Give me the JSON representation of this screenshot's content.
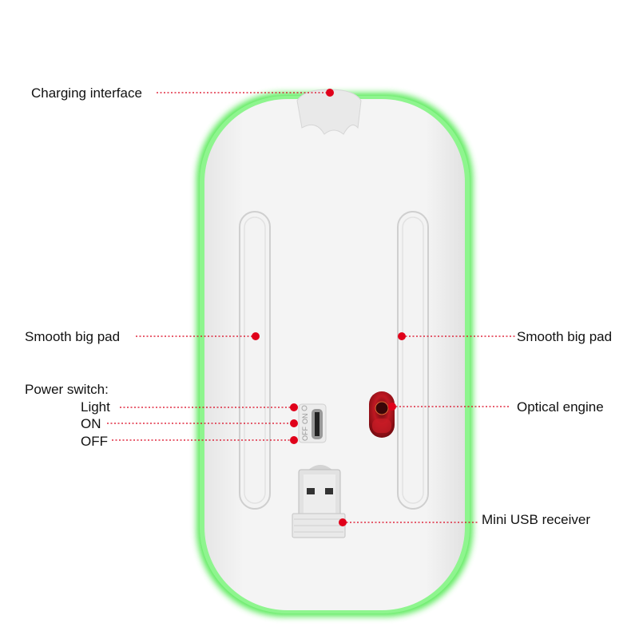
{
  "colors": {
    "accent_dot": "#e0001a",
    "glow": "#5be85b",
    "body": "#f1f1f1",
    "sensor": "#b0121b"
  },
  "labels": {
    "charging_interface": "Charging interface",
    "smooth_pad_left": "Smooth big pad",
    "smooth_pad_right": "Smooth big pad",
    "power_switch": "Power switch:",
    "light": "Light",
    "on": "ON",
    "off": "OFF",
    "optical_engine": "Optical engine",
    "mini_usb_receiver": "Mini USB receiver"
  },
  "switch_markings": {
    "off": "OFF",
    "on": "ON"
  }
}
